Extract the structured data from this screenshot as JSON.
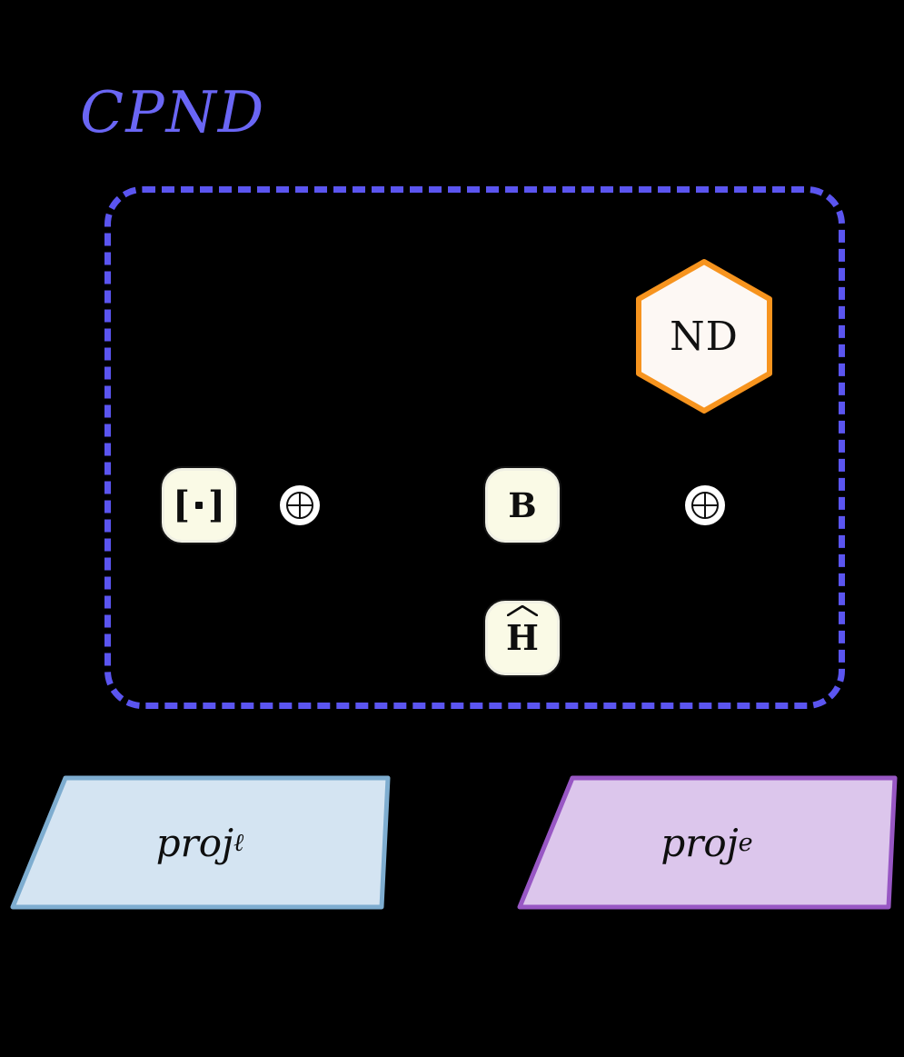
{
  "diagram": {
    "title": "CPND",
    "title_color": "#6A66F5",
    "container": {
      "name": "CPND dashed container",
      "border_color": "#5B55F0",
      "border_style": "dashed"
    },
    "nodes": {
      "hexagon": {
        "label": "ND",
        "shape": "hexagon",
        "fill": "#FDF8F4",
        "stroke": "#F7941E"
      },
      "bracket": {
        "label": "[·]",
        "bracket_open": "[",
        "bracket_close": "]",
        "shape": "rounded-square",
        "fill": "#FAFAE6",
        "stroke": "#F0F0E4"
      },
      "b": {
        "label": "B",
        "shape": "rounded-square",
        "fill": "#FAFAE6",
        "stroke": "#F0F0E4"
      },
      "h_hat": {
        "label": "H",
        "accent": "hat",
        "shape": "rounded-square",
        "fill": "#FAFAE6",
        "stroke": "#F0F0E4"
      }
    },
    "operators": [
      {
        "symbol": "⊕",
        "name": "circled-plus-left"
      },
      {
        "symbol": "⊕",
        "name": "circled-plus-right"
      }
    ],
    "trapezoids": [
      {
        "label_base": "proj",
        "label_sub": "ℓ",
        "fill": "#D4E4F2",
        "stroke": "#7EADD0"
      },
      {
        "label_base": "proj",
        "label_sub": "e",
        "fill": "#DCC6EC",
        "stroke": "#9857C4"
      }
    ]
  }
}
